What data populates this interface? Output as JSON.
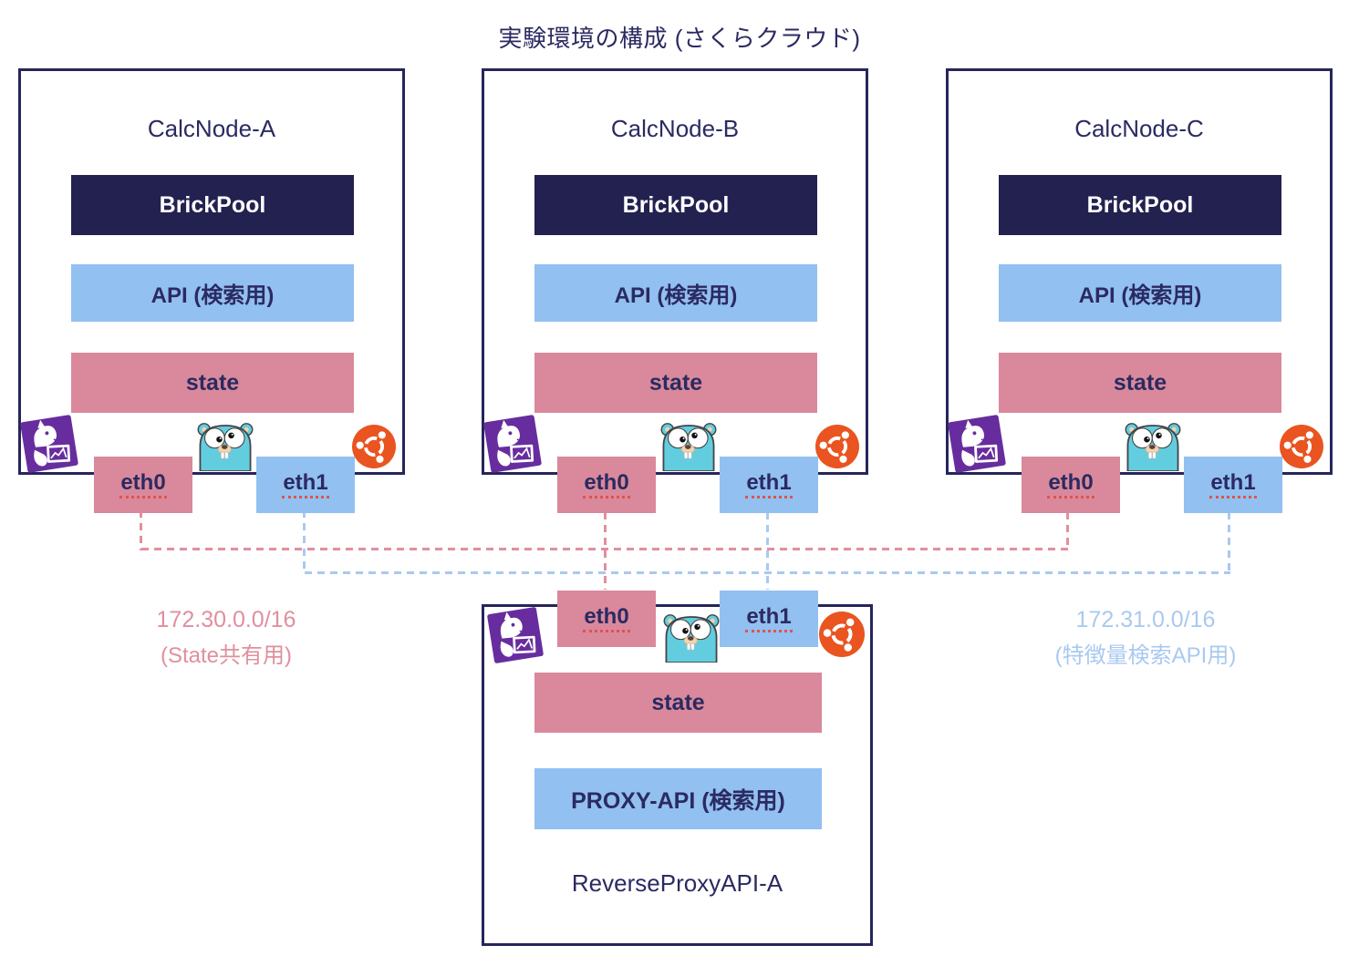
{
  "title": "実験環境の構成 (さくらクラウド)",
  "nodes": [
    {
      "name": "CalcNode-A",
      "layers": {
        "brickpool": "BrickPool",
        "api": "API (検索用)",
        "state": "state"
      },
      "interfaces": {
        "eth0": "eth0",
        "eth1": "eth1"
      }
    },
    {
      "name": "CalcNode-B",
      "layers": {
        "brickpool": "BrickPool",
        "api": "API (検索用)",
        "state": "state"
      },
      "interfaces": {
        "eth0": "eth0",
        "eth1": "eth1"
      }
    },
    {
      "name": "CalcNode-C",
      "layers": {
        "brickpool": "BrickPool",
        "api": "API (検索用)",
        "state": "state"
      },
      "interfaces": {
        "eth0": "eth0",
        "eth1": "eth1"
      }
    }
  ],
  "proxy": {
    "name": "ReverseProxyAPI-A",
    "layers": {
      "state": "state",
      "api": "PROXY-API (検索用)"
    },
    "interfaces": {
      "eth0": "eth0",
      "eth1": "eth1"
    }
  },
  "networks": {
    "state_net": {
      "cidr": "172.30.0.0/16",
      "purpose": "(State共有用)",
      "color": "#e08f9e"
    },
    "search_net": {
      "cidr": "172.31.0.0/16",
      "purpose": "(特徴量検索API用)",
      "color": "#a9c9f1"
    }
  },
  "icons": {
    "datadog": "datadog-icon",
    "gopher": "go-gopher-icon",
    "ubuntu": "ubuntu-icon"
  },
  "colors": {
    "border_navy": "#26255b",
    "text_navy": "#2b2a62",
    "brickpool_bg": "#232150",
    "api_bg": "#92c0f0",
    "state_bg": "#d9899b",
    "ubuntu_orange": "#e95420",
    "datadog_purple": "#672d9e",
    "gopher_teal": "#63cde0",
    "underline_red": "#e0524f"
  }
}
